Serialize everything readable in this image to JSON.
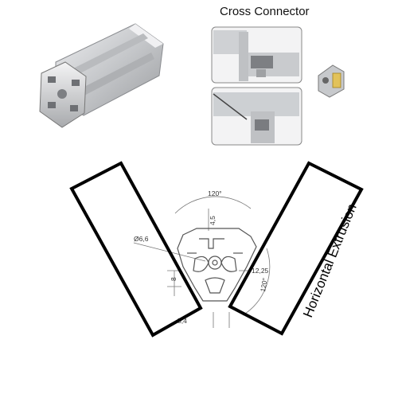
{
  "header": {
    "title": "Cross Connector"
  },
  "profile": {
    "dims": {
      "angle_top": "120°",
      "angle_right": "120°",
      "slot_depth": "4,5",
      "bore": "Ø6,6",
      "center": "12,25",
      "slot_width": "8",
      "bottom": "5,4"
    }
  },
  "labels": {
    "vertical_text": "Horizontal Extrusion"
  },
  "colors": {
    "outline": "#000000",
    "metal_light": "#d9dadc",
    "metal_dark": "#8a8c90",
    "profile_line": "#555555"
  }
}
